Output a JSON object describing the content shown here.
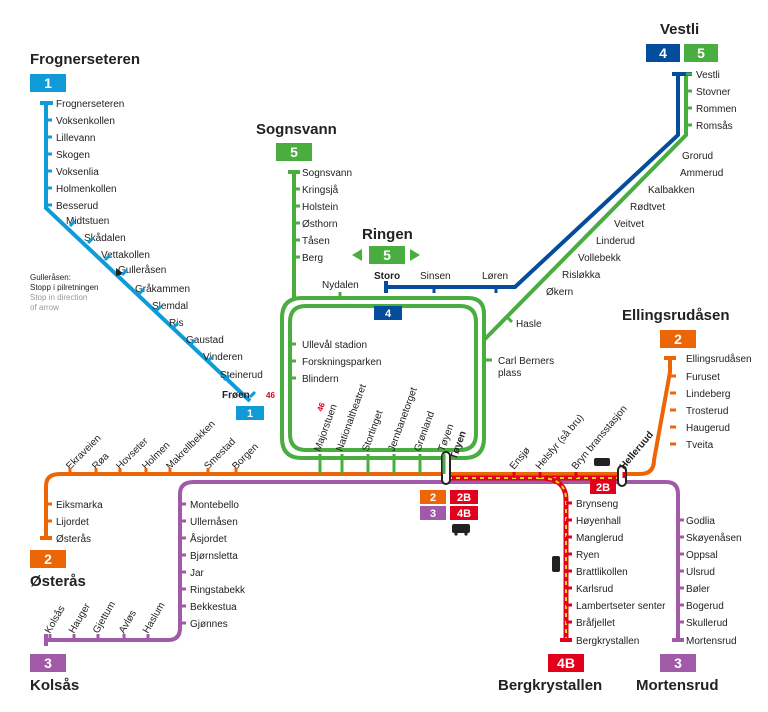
{
  "colors": {
    "line1": "#0f9bd7",
    "line2": "#ec6607",
    "line3": "#a05aa8",
    "line4": "#034d9c",
    "line5": "#49ad3f",
    "line4b": "#e3001b",
    "line4b_dash": "#f6d80f"
  },
  "terminals": {
    "frognerseteren": "Frognerseteren",
    "sognsvann": "Sognsvann",
    "vestli": "Vestli",
    "ellingsrudasen": "Ellingsrudåsen",
    "osteras": "Østerås",
    "kolsas": "Kolsås",
    "bergkrystallen": "Bergkrystallen",
    "mortensrud": "Mortensrud",
    "ringen": "Ringen"
  },
  "badges": {
    "b1": "1",
    "b2": "2",
    "b3": "3",
    "b4": "4",
    "b5": "5",
    "b2b": "2B",
    "b4b": "4B"
  },
  "line1": {
    "stations": [
      "Frognerseteren",
      "Voksenkollen",
      "Lillevann",
      "Skogen",
      "Voksenlia",
      "Holmenkollen",
      "Besserud",
      "Midtstuen",
      "Skådalen",
      "Vettakollen",
      "Gulleråsen",
      "Gråkammen",
      "Slemdal",
      "Ris",
      "Gaustad",
      "Vinderen",
      "Steinerud",
      "Frøen"
    ],
    "froen_extra": "46",
    "note": [
      "Gulleråsen:",
      "Stopp i pilretningen"
    ],
    "note_en": [
      "Stop in direction",
      "of arrow"
    ]
  },
  "line5": {
    "sognsvann_stations": [
      "Sognsvann",
      "Kringsjå",
      "Holstein",
      "Østhorn",
      "Tåsen",
      "Berg"
    ],
    "ring_stations": [
      "Nydalen",
      "Storo",
      "Sinsen",
      "Løren",
      "Ullevål stadion",
      "Forskningsparken",
      "Blindern",
      "Hasle",
      "Carl Berners",
      "plass"
    ]
  },
  "vestli_stations": [
    "Vestli",
    "Stovner",
    "Rommen",
    "Romsås",
    "Grorud",
    "Ammerud",
    "Kalbakken",
    "Rødtvet",
    "Veitvet",
    "Linderud",
    "Vollebekk",
    "Risløkka",
    "Økern"
  ],
  "center_stations": [
    "Majorstuen",
    "46",
    "Nationaltheatret",
    "Stortinget",
    "Jernbanetorget",
    "Grønland",
    "Tøyen",
    "Ensjø",
    "Helsfyr (så bru)",
    "Bryn bransstasjon",
    "Helleruud"
  ],
  "west_stations": [
    "Ekraveien",
    "Røa",
    "Hovseter",
    "Holmen",
    "Makrellbekken",
    "Smestad",
    "Borgen"
  ],
  "osteras_stations": [
    "Eiksmarka",
    "Lijordet",
    "Østerås"
  ],
  "kolsas_branch": [
    "Montebello",
    "Ullernåsen",
    "Åsjordet",
    "Bjørnsletta",
    "Jar",
    "Ringstabekk",
    "Bekkestua",
    "Gjønnes"
  ],
  "kolsas_stations": [
    "Kolsås",
    "Hauger",
    "Gjettum",
    "Avløs",
    "Haslum"
  ],
  "bergkrystallen_stations": [
    "Brynseng",
    "Høyenhall",
    "Manglerud",
    "Ryen",
    "Brattlikollen",
    "Karlsrud",
    "Lambertseter senter",
    "Bråfjellet",
    "Bergkrystallen"
  ],
  "ellingsrud_stations": [
    "Ellingsrudåsen",
    "Furuset",
    "Lindeberg",
    "Trosterud",
    "Haugerud",
    "Tveita"
  ],
  "mortensrud_stations": [
    "Godlia",
    "Skøyenåsen",
    "Oppsal",
    "Ulsrud",
    "Bøler",
    "Bogerud",
    "Skullerud",
    "Mortensrud"
  ]
}
